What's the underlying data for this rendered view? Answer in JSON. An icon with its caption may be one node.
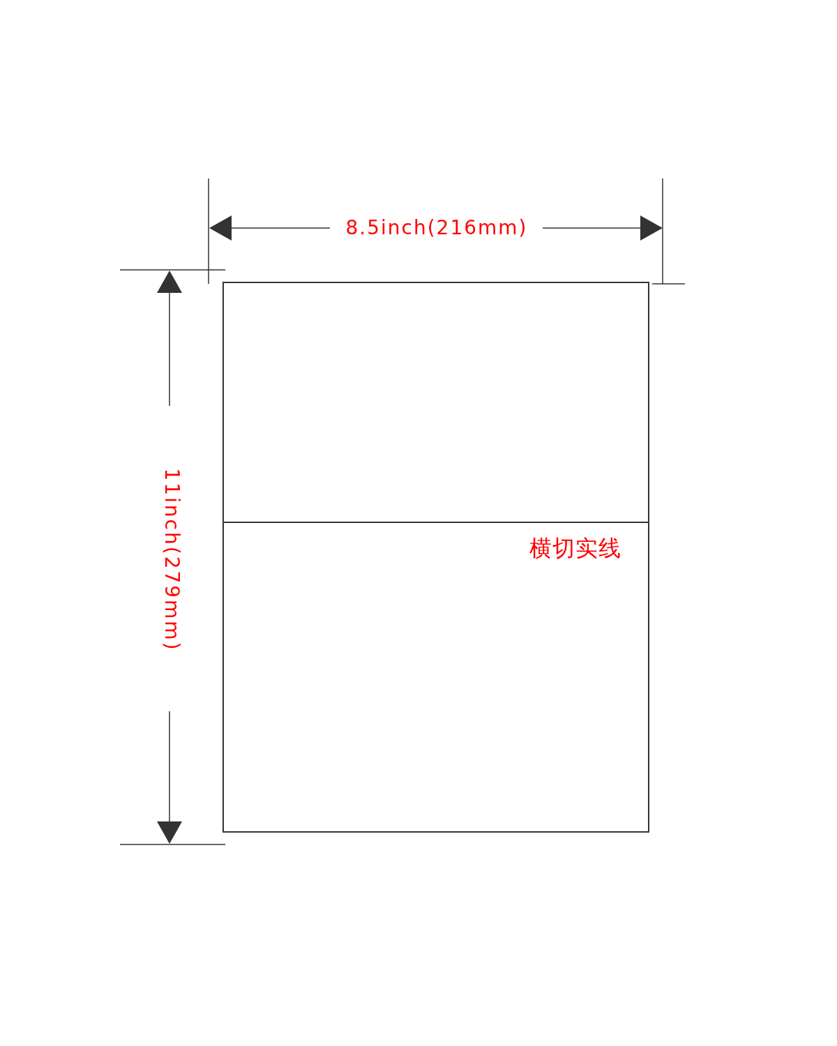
{
  "diagram": {
    "labels": [
      "8.5inch(216mm)",
      "11inch(279mm)",
      "横切实线"
    ]
  }
}
